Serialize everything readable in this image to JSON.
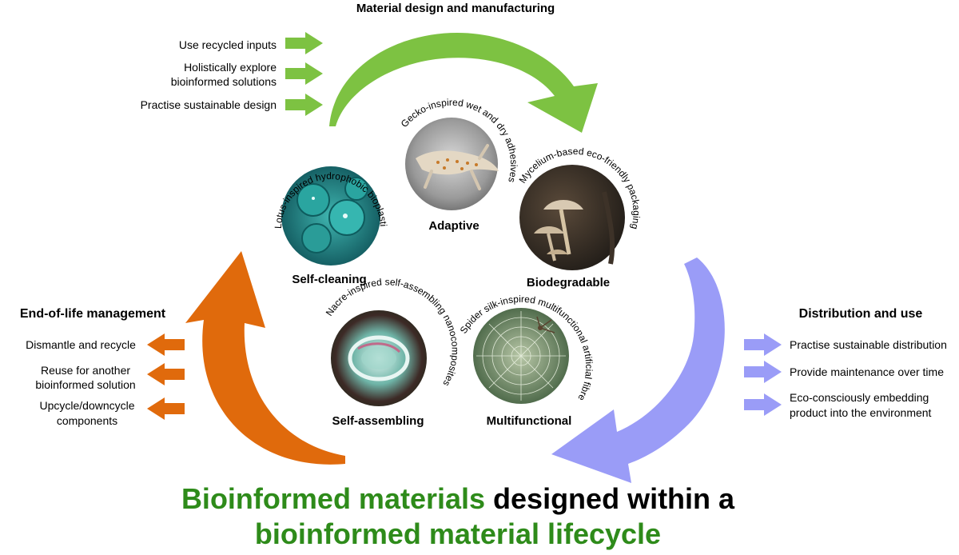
{
  "stages": {
    "design": {
      "title": "Material design and manufacturing",
      "items": [
        "Use recycled inputs",
        "Holistically explore",
        "bioinformed solutions",
        "Practise sustainable design"
      ]
    },
    "distribution": {
      "title": "Distribution and use",
      "items": [
        "Practise sustainable distribution",
        "Provide maintenance over time",
        "Eco-consciously embedding",
        "product into the environment"
      ]
    },
    "end_of_life": {
      "title": "End-of-life management",
      "items": [
        "Dismantle and recycle",
        "Reuse for another",
        "bioinformed solution",
        "Upcycle/downcycle",
        "components"
      ]
    }
  },
  "properties": [
    {
      "name": "Adaptive",
      "caption": "Gecko-inspired wet and dry adhesives",
      "icon": "gecko-photo"
    },
    {
      "name": "Self-cleaning",
      "caption": "Lotus-inspired hydrophobic bioplastics",
      "icon": "lotus-leaf-photo"
    },
    {
      "name": "Biodegradable",
      "caption": "Mycelium-based eco-friendly packaging",
      "icon": "mushroom-photo"
    },
    {
      "name": "Self-assembling",
      "caption": "Nacre-inspired self-assembling nanocomposites",
      "icon": "nacre-shell-photo"
    },
    {
      "name": "Multifunctional",
      "caption": "Spider silk-inspired multifunctional artificial fibres",
      "icon": "spider-web-photo"
    }
  ],
  "headline": {
    "line1_green": "Bioinformed materials",
    "line1_black": " designed within a",
    "line2_green": "bioinformed material lifecycle"
  },
  "colors": {
    "design_green": "#7dc242",
    "distribution_blue": "#9a9cf7",
    "end_of_life_orange": "#e06a0c",
    "headline_green": "#2e8b1a"
  }
}
